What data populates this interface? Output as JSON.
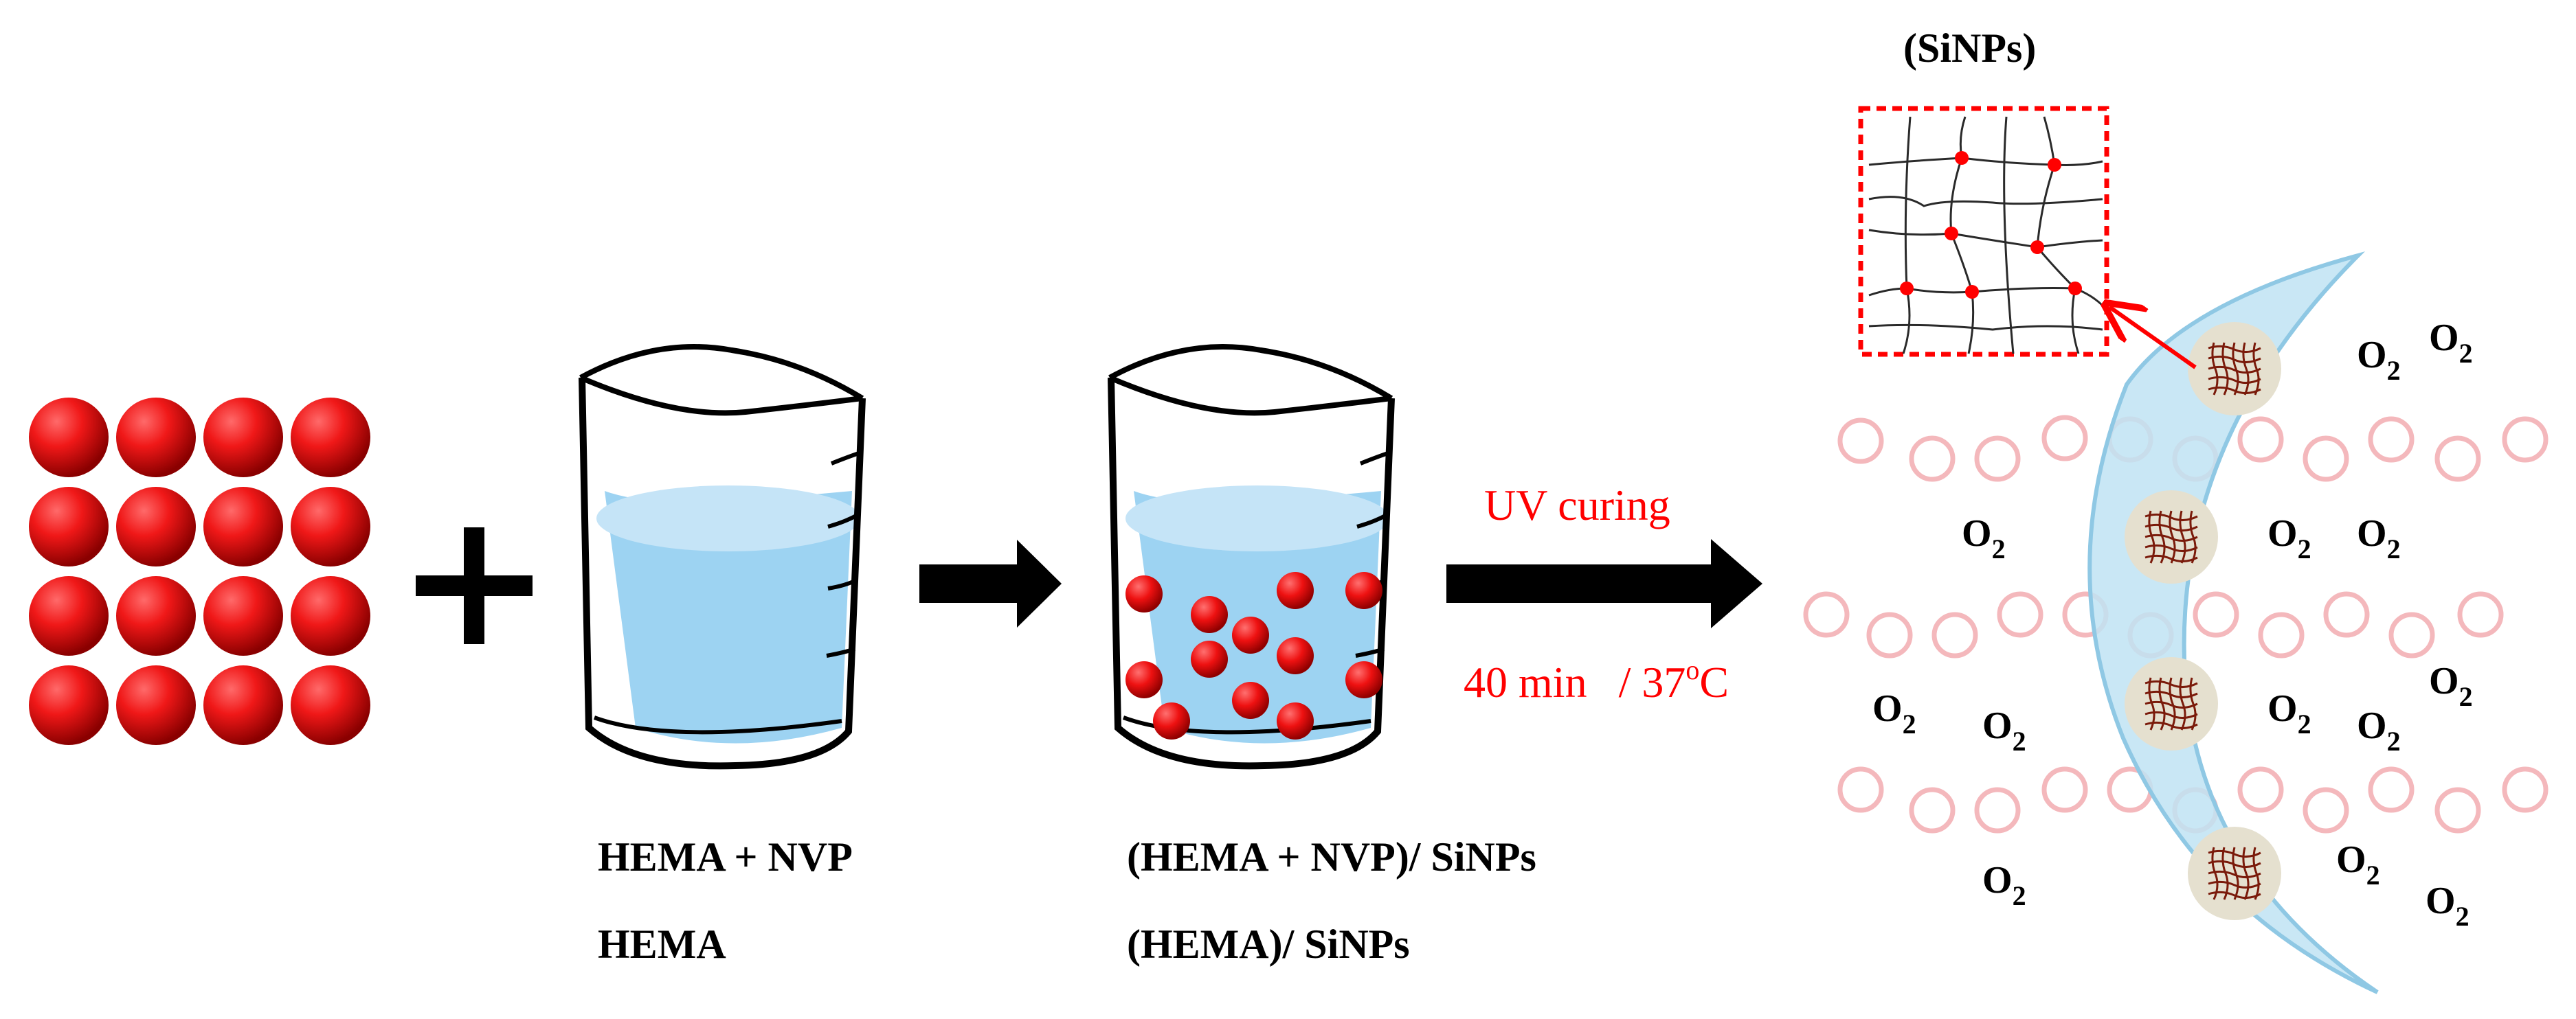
{
  "labels": {
    "sinps_top": "(SiNPs)",
    "beaker1_line1": "HEMA + NVP",
    "beaker1_line2": "HEMA",
    "beaker2_line1": "(HEMA + NVP)/ SiNPs",
    "beaker2_line2": "(HEMA)/ SiNPs",
    "process_line1": "UV curing",
    "process_line2_time": "40 min",
    "process_line2_sep": "/ 37",
    "process_line2_deg": "o",
    "process_line2_unit": "C",
    "oxygen_main": "O",
    "oxygen_sub": "2"
  },
  "colors": {
    "nanoparticle": "#e01010",
    "liquid": "#9dd3f2",
    "liquid_top": "#c5e4f7",
    "lens": "#bfe3f3",
    "ring": "#f4b8bc",
    "accent_red": "#ff0000",
    "node": "#e5e0cf"
  },
  "icons": [
    "plus-icon",
    "right-arrow-icon",
    "beaker-icon",
    "nanoparticle-grid-icon",
    "contact-lens-icon",
    "mesh-network-icon"
  ]
}
